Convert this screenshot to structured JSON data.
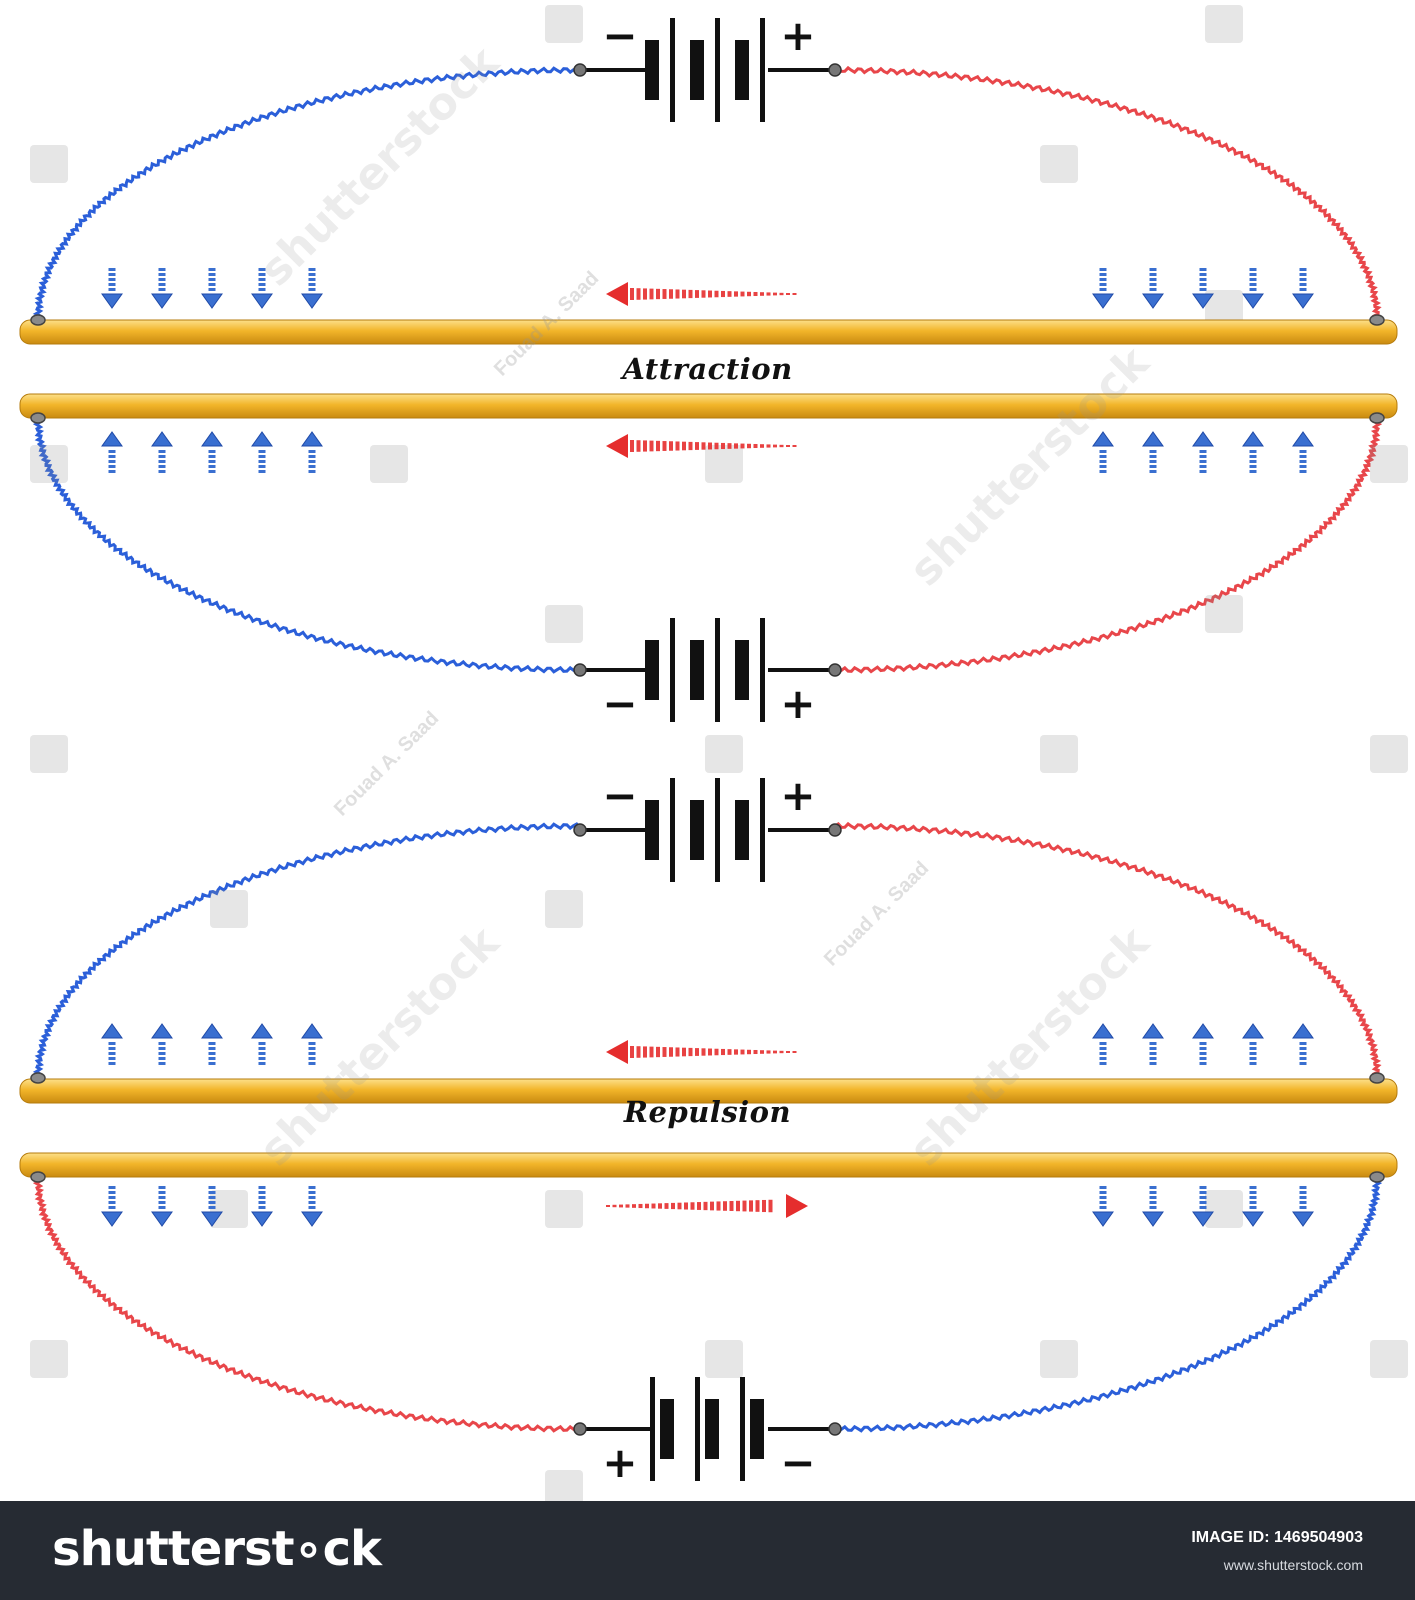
{
  "labels": {
    "attraction": "Attraction",
    "repulsion": "Repulsion"
  },
  "battery": {
    "minus": "−",
    "plus": "+"
  },
  "colors": {
    "negative_wire": "#2b5fd9",
    "positive_wire": "#e8464a",
    "conductor": "#f0b429",
    "force_arrow": "#3a6fd0",
    "current_arrow": "#e52d2d"
  },
  "icons": [
    "battery-icon",
    "current-arrow-icon",
    "force-arrow-icon"
  ],
  "watermark": {
    "brand": "shutterstock",
    "credit": "Fouad A. Saad"
  },
  "footer": {
    "logo": "shutterst∘ck",
    "image_id": "IMAGE ID: 1469504903",
    "site": "www.shutterstock.com"
  }
}
